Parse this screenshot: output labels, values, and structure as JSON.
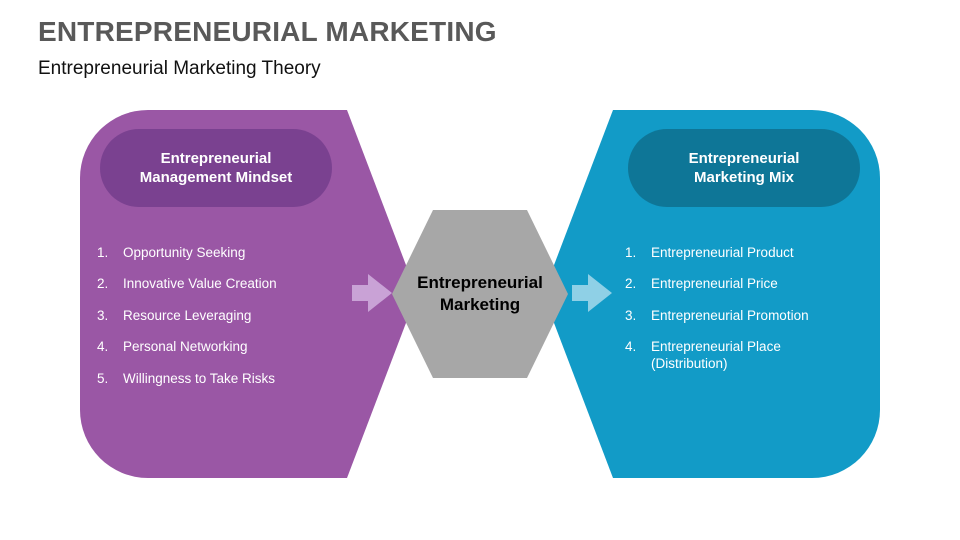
{
  "header": {
    "title": "ENTREPRENEURIAL MARKETING",
    "subtitle": "Entrepreneurial Marketing Theory"
  },
  "center": {
    "label": "Entrepreneurial Marketing"
  },
  "left_panel": {
    "title": "Entrepreneurial Management Mindset",
    "items": [
      {
        "num": "1.",
        "text": "Opportunity Seeking"
      },
      {
        "num": "2.",
        "text": "Innovative Value Creation"
      },
      {
        "num": "3.",
        "text": "Resource Leveraging"
      },
      {
        "num": "4.",
        "text": "Personal Networking"
      },
      {
        "num": "5.",
        "text": "Willingness to Take Risks"
      }
    ]
  },
  "right_panel": {
    "title": "Entrepreneurial Marketing Mix",
    "items": [
      {
        "num": "1.",
        "text": "Entrepreneurial Product"
      },
      {
        "num": "2.",
        "text": "Entrepreneurial Price"
      },
      {
        "num": "3.",
        "text": "Entrepreneurial Promotion"
      },
      {
        "num": "4.",
        "text": "Entrepreneurial Place (Distribution)"
      }
    ]
  },
  "colors": {
    "left_body": "#9A57A5",
    "left_pill": "#7A4190",
    "left_arrow": "#C9A2D6",
    "right_body": "#129BC7",
    "right_pill": "#0E7697",
    "right_arrow": "#8FD0E6",
    "hexagon": "#A7A7A7",
    "title_gray": "#595959"
  }
}
